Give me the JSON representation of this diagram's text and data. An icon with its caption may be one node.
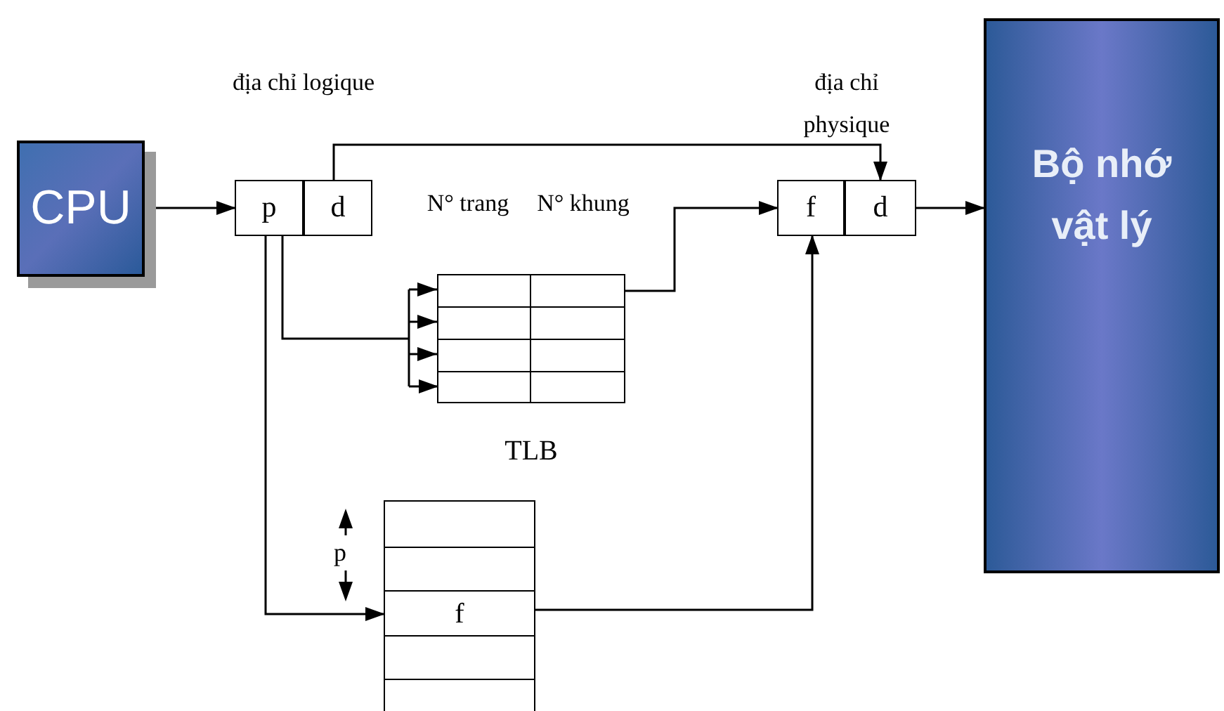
{
  "diagram": {
    "nodes": [
      {
        "text": [
          "CPU"
        ]
      },
      {
        "text": [
          "địa chỉ logique"
        ]
      },
      {
        "text": [
          "p"
        ],
        "in": 1
      },
      {
        "text": [
          "d"
        ],
        "in": 1
      },
      {
        "text": [
          "N° trang",
          "N° khung",
          "TLB"
        ]
      },
      {
        "text": [
          "địa chỉ physique"
        ]
      },
      {
        "text": [
          "f"
        ],
        "in": 5
      },
      {
        "text": [
          "d"
        ],
        "in": 5
      },
      {
        "text": [
          "Bộ nhớ vật lý"
        ]
      },
      {
        "text": [
          "f"
        ],
        "beside": [
          "p"
        ]
      }
    ],
    "edges": [
      {
        "from": 0,
        "to": 2,
        "arrow": "to"
      },
      {
        "from": 3,
        "to": 7,
        "arrow": "to"
      },
      {
        "from": 2,
        "to": 4,
        "arrow": "to"
      },
      {
        "from": 4,
        "to": 6,
        "arrow": "to"
      },
      {
        "from": 2,
        "to": 9,
        "arrow": "to"
      },
      {
        "from": 9,
        "to": 6,
        "arrow": "to"
      },
      {
        "from": 5,
        "to": 8,
        "arrow": "to"
      }
    ]
  }
}
